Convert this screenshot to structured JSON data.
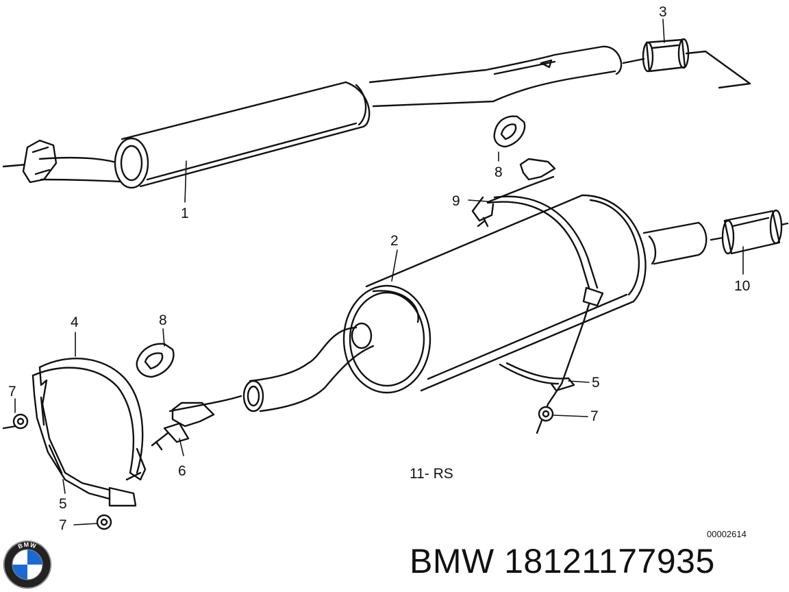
{
  "callouts": {
    "c1": "1",
    "c2": "2",
    "c3": "3",
    "c4": "4",
    "c5a": "5",
    "c5b": "5",
    "c6": "6",
    "c7a": "7",
    "c7b": "7",
    "c7c": "7",
    "c8a": "8",
    "c8b": "8",
    "c9": "9",
    "c10": "10"
  },
  "annotation": "11- RS",
  "diagram_code": "00002614",
  "logo_text": "BMW",
  "footer": {
    "part_label": "BMW 18121177935"
  },
  "colors": {
    "ink": "#111111",
    "background": "#ffffff",
    "logo_blue": "#1c69d4"
  }
}
